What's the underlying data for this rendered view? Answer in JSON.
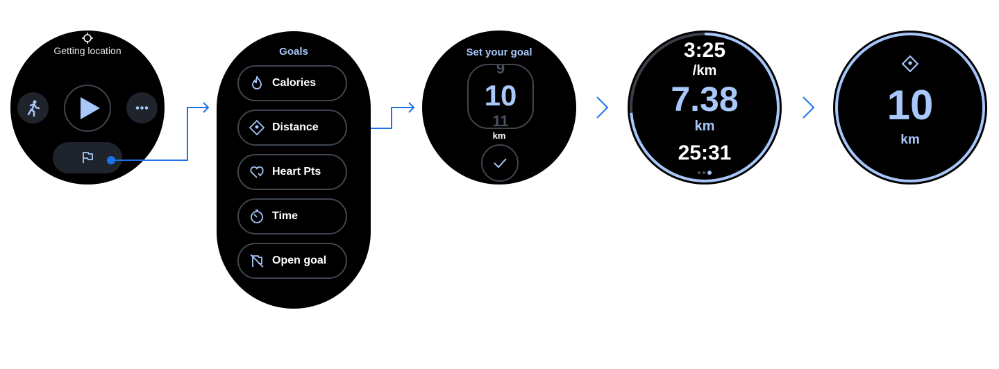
{
  "screen1": {
    "status": "Getting location",
    "icons": [
      "location-icon",
      "run-icon",
      "play-icon",
      "more-icon",
      "flag-icon"
    ]
  },
  "screen2": {
    "title": "Goals",
    "items": [
      {
        "label": "Calories",
        "icon": "flame-icon"
      },
      {
        "label": "Distance",
        "icon": "diamond-pin-icon"
      },
      {
        "label": "Heart Pts",
        "icon": "heart-icon"
      },
      {
        "label": "Time",
        "icon": "timer-icon"
      },
      {
        "label": "Open goal",
        "icon": "flag-off-icon"
      }
    ]
  },
  "screen3": {
    "title": "Set your goal",
    "prev": "9",
    "value": "10",
    "next": "11",
    "unit": "km"
  },
  "screen4": {
    "pace": "3:25",
    "pace_unit": "/km",
    "distance": "7.38",
    "distance_unit": "km",
    "time": "25:31",
    "progress": 0.738
  },
  "screen5": {
    "value": "10",
    "unit": "km"
  },
  "colors": {
    "accent": "#a8c7fa",
    "connector": "#1a73e8",
    "chip": "#1f232b"
  }
}
